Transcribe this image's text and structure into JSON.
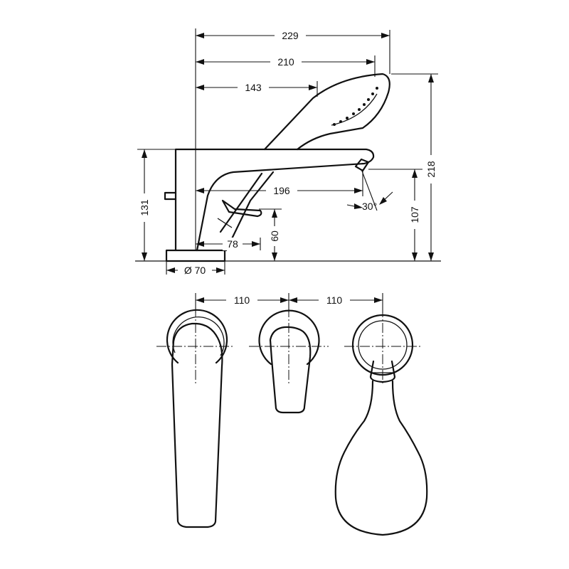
{
  "dimensions": {
    "d229": "229",
    "d210": "210",
    "d143": "143",
    "d218": "218",
    "d131": "131",
    "d196": "196",
    "d30deg": "30°",
    "d107": "107",
    "d60": "60",
    "d78": "78",
    "d70": "Ø 70",
    "d110a": "110",
    "d110b": "110"
  }
}
